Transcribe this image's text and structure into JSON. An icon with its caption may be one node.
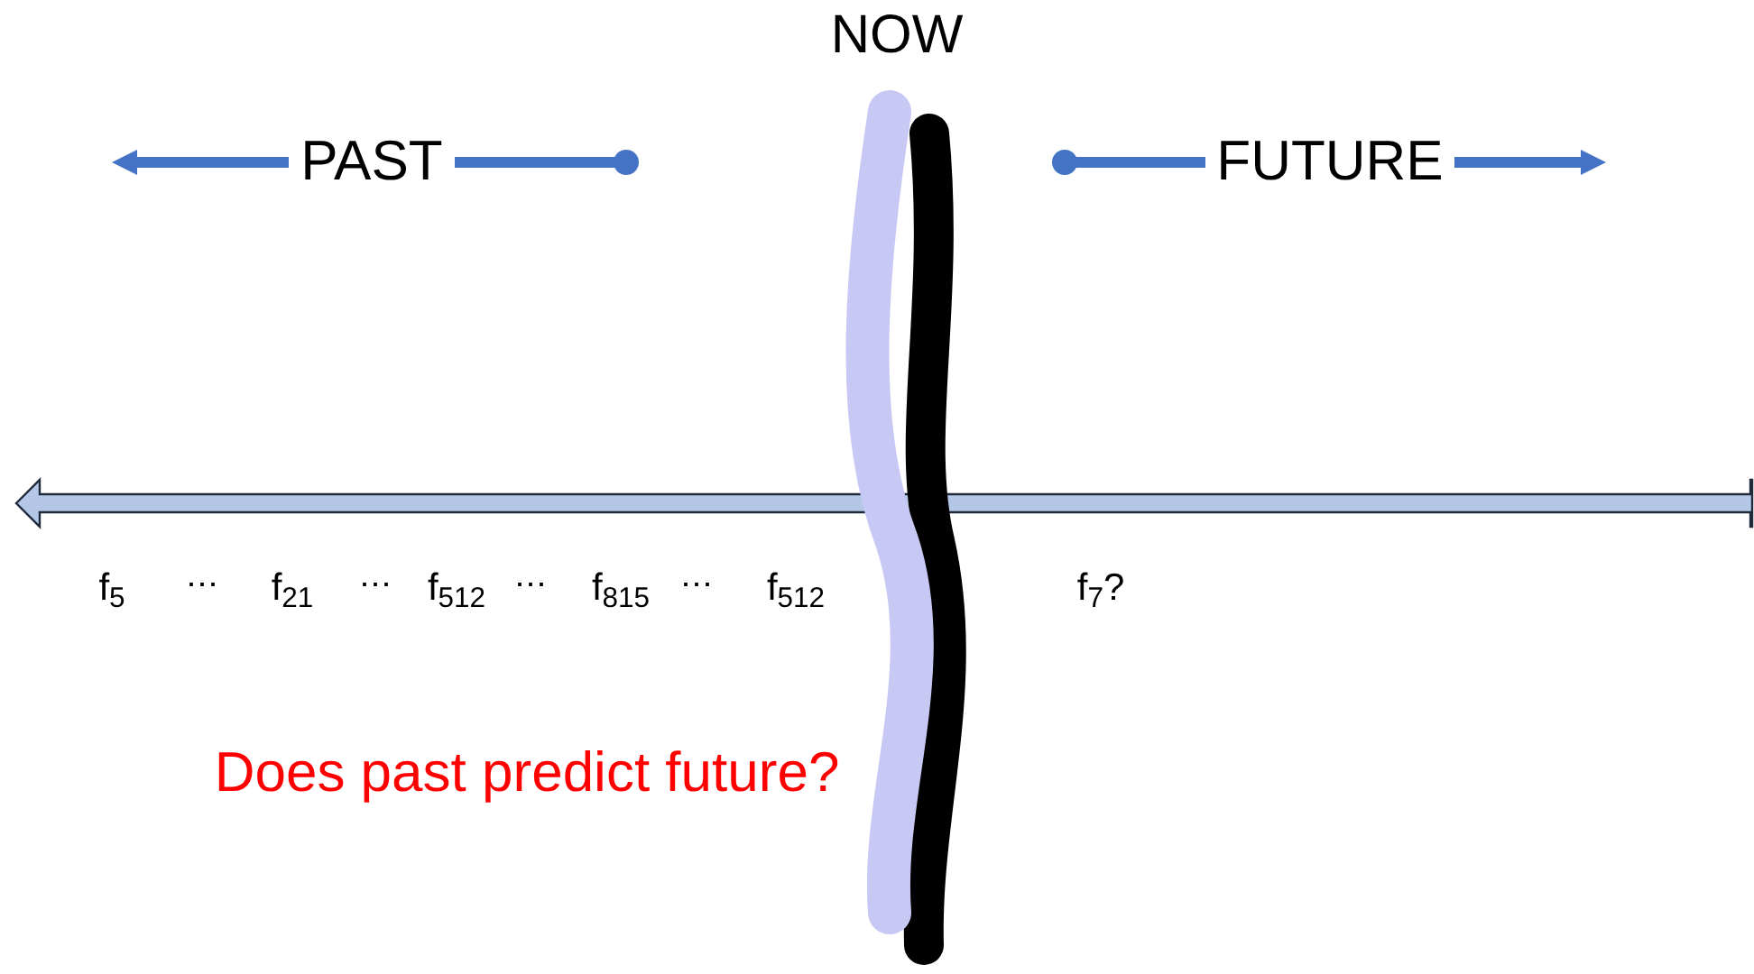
{
  "diagram": {
    "labels": [
      "NOW",
      "PAST",
      "FUTURE",
      "f$_{5}$",
      "⋯",
      "f$_{21}$",
      "⋯",
      "f$_{512}$",
      "⋯",
      "f$_{815}$",
      "⋯",
      "f$_{512}$",
      "f$_{7}$?",
      "Does past predict future?"
    ]
  }
}
